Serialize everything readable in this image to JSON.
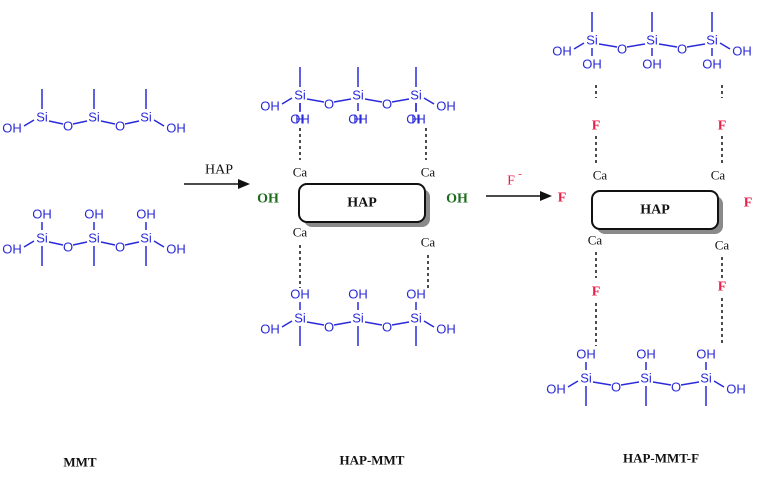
{
  "colors": {
    "structure": "#2a2ad8",
    "fluoride": "#e8204a",
    "hydroxyl_group": "#1d6b1d",
    "text": "#111111",
    "box_shadow": "#8a8a8a"
  },
  "atoms": {
    "si": "Si",
    "o": "O",
    "oh": "OH",
    "h": "H",
    "ca": "Ca",
    "f": "F"
  },
  "reagents": {
    "hap": "HAP",
    "fluoride_ion": "F",
    "fluoride_charge": "-"
  },
  "stages": [
    {
      "label": "MMT"
    },
    {
      "label": "HAP-MMT"
    },
    {
      "label": "HAP-MMT-F"
    }
  ],
  "hap_block_label": "HAP"
}
